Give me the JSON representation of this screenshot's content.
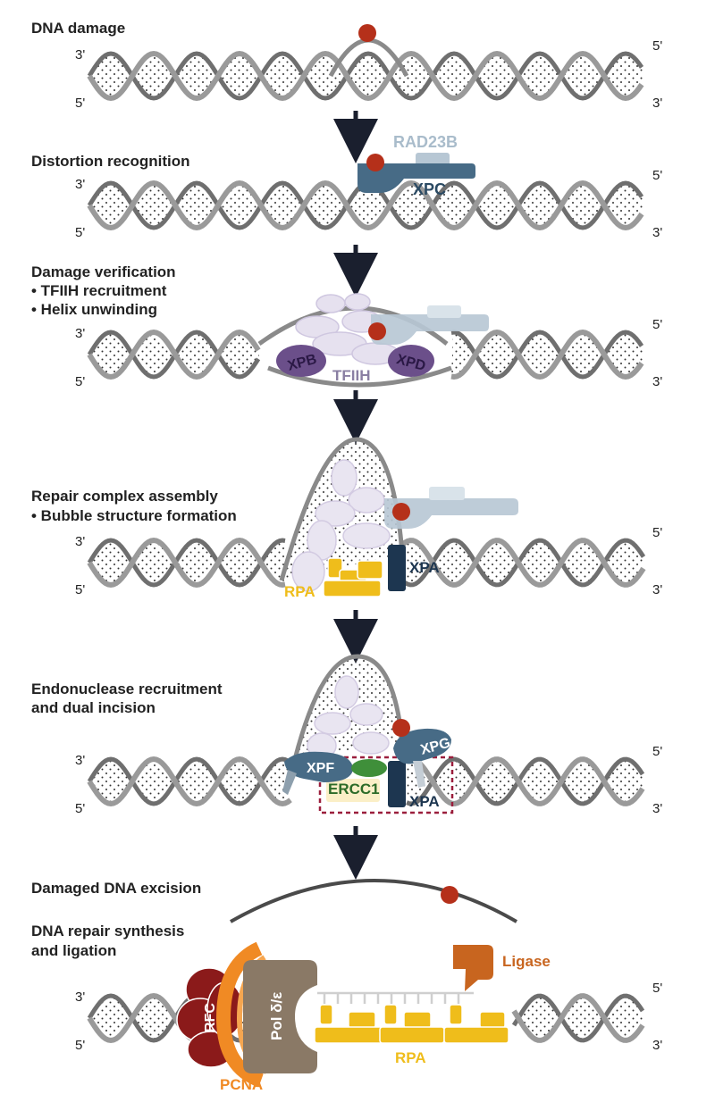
{
  "steps": [
    {
      "id": "damage",
      "title": [
        "DNA damage"
      ],
      "strand_labels": {
        "left_top": "3'",
        "left_bottom": "5'",
        "right_top": "5'",
        "right_bottom": "3'"
      }
    },
    {
      "id": "recognition",
      "title": [
        "Distortion recognition"
      ],
      "strand_labels": {
        "left_top": "3'",
        "left_bottom": "5'",
        "right_top": "5'",
        "right_bottom": "3'"
      }
    },
    {
      "id": "verification",
      "title": [
        "Damage verification",
        "• TFIIH recruitment",
        "• Helix unwinding"
      ],
      "strand_labels": {
        "left_top": "3'",
        "left_bottom": "5'",
        "right_top": "5'",
        "right_bottom": "3'"
      }
    },
    {
      "id": "assembly",
      "title": [
        "Repair complex assembly",
        "• Bubble structure formation"
      ],
      "strand_labels": {
        "left_top": "3'",
        "left_bottom": "5'",
        "right_top": "5'",
        "right_bottom": "3'"
      }
    },
    {
      "id": "incision",
      "title": [
        "Endonuclease recruitment",
        "and dual incision"
      ],
      "strand_labels": {
        "left_top": "3'",
        "left_bottom": "5'",
        "right_top": "5'",
        "right_bottom": "3'"
      }
    },
    {
      "id": "excision",
      "title": [
        "Damaged DNA excision"
      ]
    },
    {
      "id": "synthesis",
      "title": [
        "DNA repair synthesis",
        "and ligation"
      ],
      "strand_labels": {
        "left_top": "3'",
        "left_bottom": "5'",
        "right_top": "5'",
        "right_bottom": "3'"
      }
    }
  ],
  "proteins": {
    "rad23b": "RAD23B",
    "xpc": "XPC",
    "xpb": "XPB",
    "xpd": "XPD",
    "tfiih": "TFIIH",
    "xpa": "XPA",
    "rpa": "RPA",
    "xpf": "XPF",
    "xpg": "XPG",
    "ercc1": "ERCC1",
    "rfc": "RFC",
    "pol": "Pol δ/ε",
    "pcna": "PCNA",
    "ligase": "Ligase"
  },
  "colors": {
    "helix": "#8a8a8a",
    "lesion": "#b5301a",
    "xpc": "#476b86",
    "rad23b": "#b7c7d4",
    "tfiih": "#d9d3e6",
    "xpb_xpd": "#6b4f8a",
    "xpa": "#1d3650",
    "rpa": "#efbd1b",
    "ercc1": "#3f8f3a",
    "rfc": "#8b1a1a",
    "pcna": "#f08a24",
    "pol": "#8a7966",
    "ligase": "#c8651f",
    "incision_box": "#9b1e3c"
  }
}
